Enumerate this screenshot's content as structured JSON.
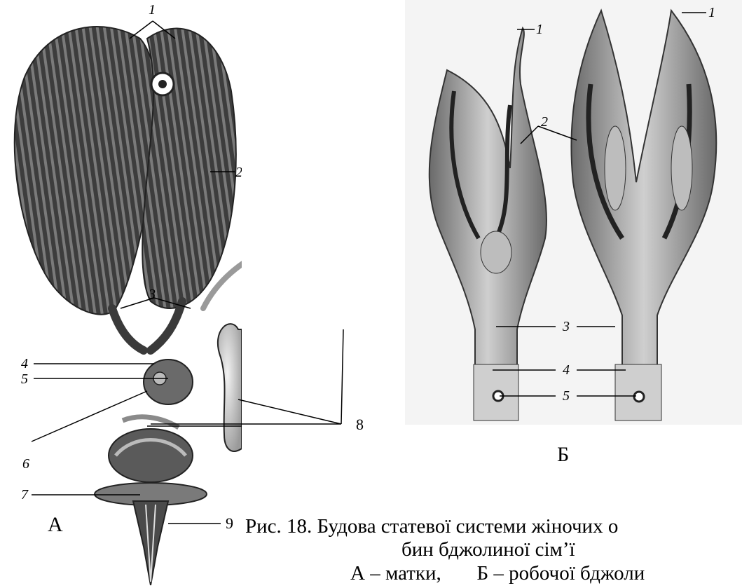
{
  "panel_a": {
    "label": "А",
    "callouts": [
      "1",
      "2",
      "3",
      "4",
      "5",
      "6",
      "7",
      "8",
      "9"
    ]
  },
  "panel_b": {
    "label": "Б",
    "callouts": [
      "1",
      "2",
      "3",
      "4",
      "5"
    ]
  },
  "caption": {
    "line1": "Рис. 18. Будова статевої системи жіночих о",
    "line2": "бин бджолиної сім’ї",
    "line3": "А – матки,       Б – робочої бджоли"
  },
  "colors": {
    "ovary_dark": "#4a4a4a",
    "tissue_light": "#cfcfcf",
    "panel_b_bg": "#f4f4f4"
  }
}
